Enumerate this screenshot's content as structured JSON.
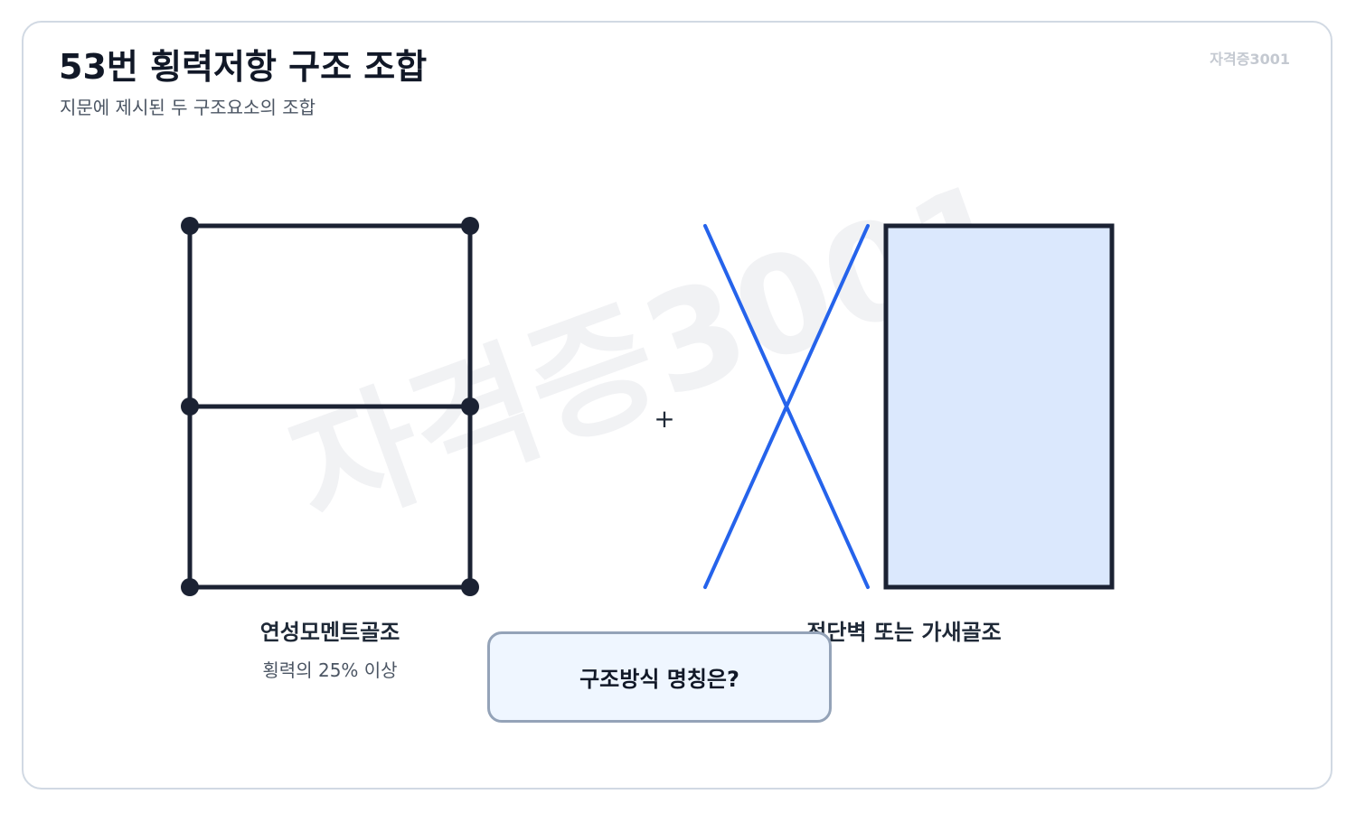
{
  "header": {
    "title": "53번 횡력저항 구조 조합",
    "subtitle": "지문에 제시된 두 구조요소의 조합",
    "tag": "자격증3001"
  },
  "watermark": "자격증3001",
  "left_structure": {
    "name": "연성모멘트골조",
    "note": "횡력의 25% 이상"
  },
  "operator": "+",
  "right_structure": {
    "name": "전단벽 또는 가새골조"
  },
  "question": "구조방식 명칭은?",
  "colors": {
    "frame": "#1b2233",
    "brace": "#2563eb",
    "wall_fill": "#dbe8fd",
    "question_bg": "#eff6ff",
    "question_border": "#94a3b8"
  }
}
